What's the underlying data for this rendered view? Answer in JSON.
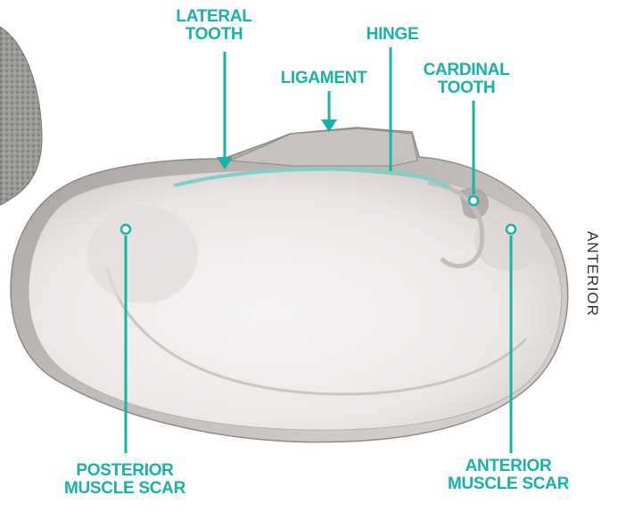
{
  "labels": {
    "lateral_tooth": [
      "LATERAL",
      "TOOTH"
    ],
    "hinge": "HINGE",
    "ligament": "LIGAMENT",
    "cardinal_tooth": [
      "CARDINAL",
      "TOOTH"
    ],
    "posterior_muscle_scar": [
      "POSTERIOR",
      "MUSCLE SCAR"
    ],
    "anterior_muscle_scar": [
      "ANTERIOR",
      "MUSCLE SCAR"
    ]
  },
  "orientation": "ANTERIOR",
  "colors": {
    "accent": "#17b3a6",
    "shell_interior": "#efeceb",
    "shell_rim": "#bdb9b8",
    "outer_shell": "#8a8a86"
  }
}
